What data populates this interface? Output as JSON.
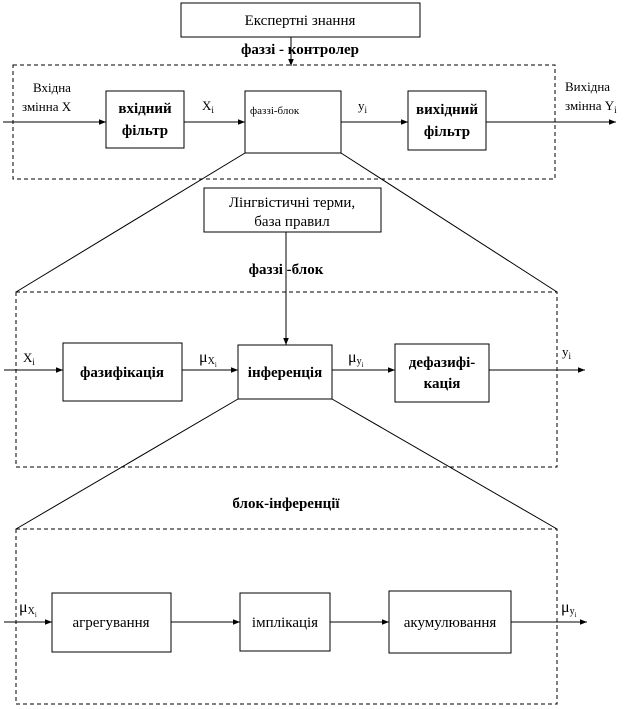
{
  "top": {
    "expert_knowledge": "Експертні знання",
    "controller_label": "фаззі - контролер",
    "input_label_line1": "Вхідна",
    "input_label_line2": "змінна X",
    "input_filter_line1": "вхідний",
    "input_filter_line2": "фільтр",
    "signal_x": "X",
    "signal_x_sub": "i",
    "fuzzy_block": "фаззі-блок",
    "signal_y": "y",
    "signal_y_sub": "i",
    "output_filter_line1": "вихідний",
    "output_filter_line2": "фільтр",
    "output_label_line1": "Вихідна",
    "output_label_line2": "змінна Y",
    "output_label_sub": "i"
  },
  "middle": {
    "terms_line1": "Лінгвістичні терми,",
    "terms_line2": "база правил",
    "block_label": "фаззі -блок",
    "signal_x": "X",
    "signal_x_sub": "i",
    "fuzzification": "фазифікація",
    "mu": "μ",
    "mu_x_sub": "X",
    "mu_x_subsub": "i",
    "inference": "інференція",
    "mu_y_sub": "y",
    "mu_y_subsub": "i",
    "defuzz_line1": "дефазифі-",
    "defuzz_line2": "кація",
    "signal_y": "y",
    "signal_y_sub": "i"
  },
  "bottom": {
    "block_label": "блок-інференції",
    "mu": "μ",
    "mu_x_sub": "X",
    "mu_x_subsub": "i",
    "aggregation": "агрегування",
    "implication": "імплікація",
    "accumulation": "акумулювання",
    "mu_y_sub": "y",
    "mu_y_subsub": "i"
  }
}
